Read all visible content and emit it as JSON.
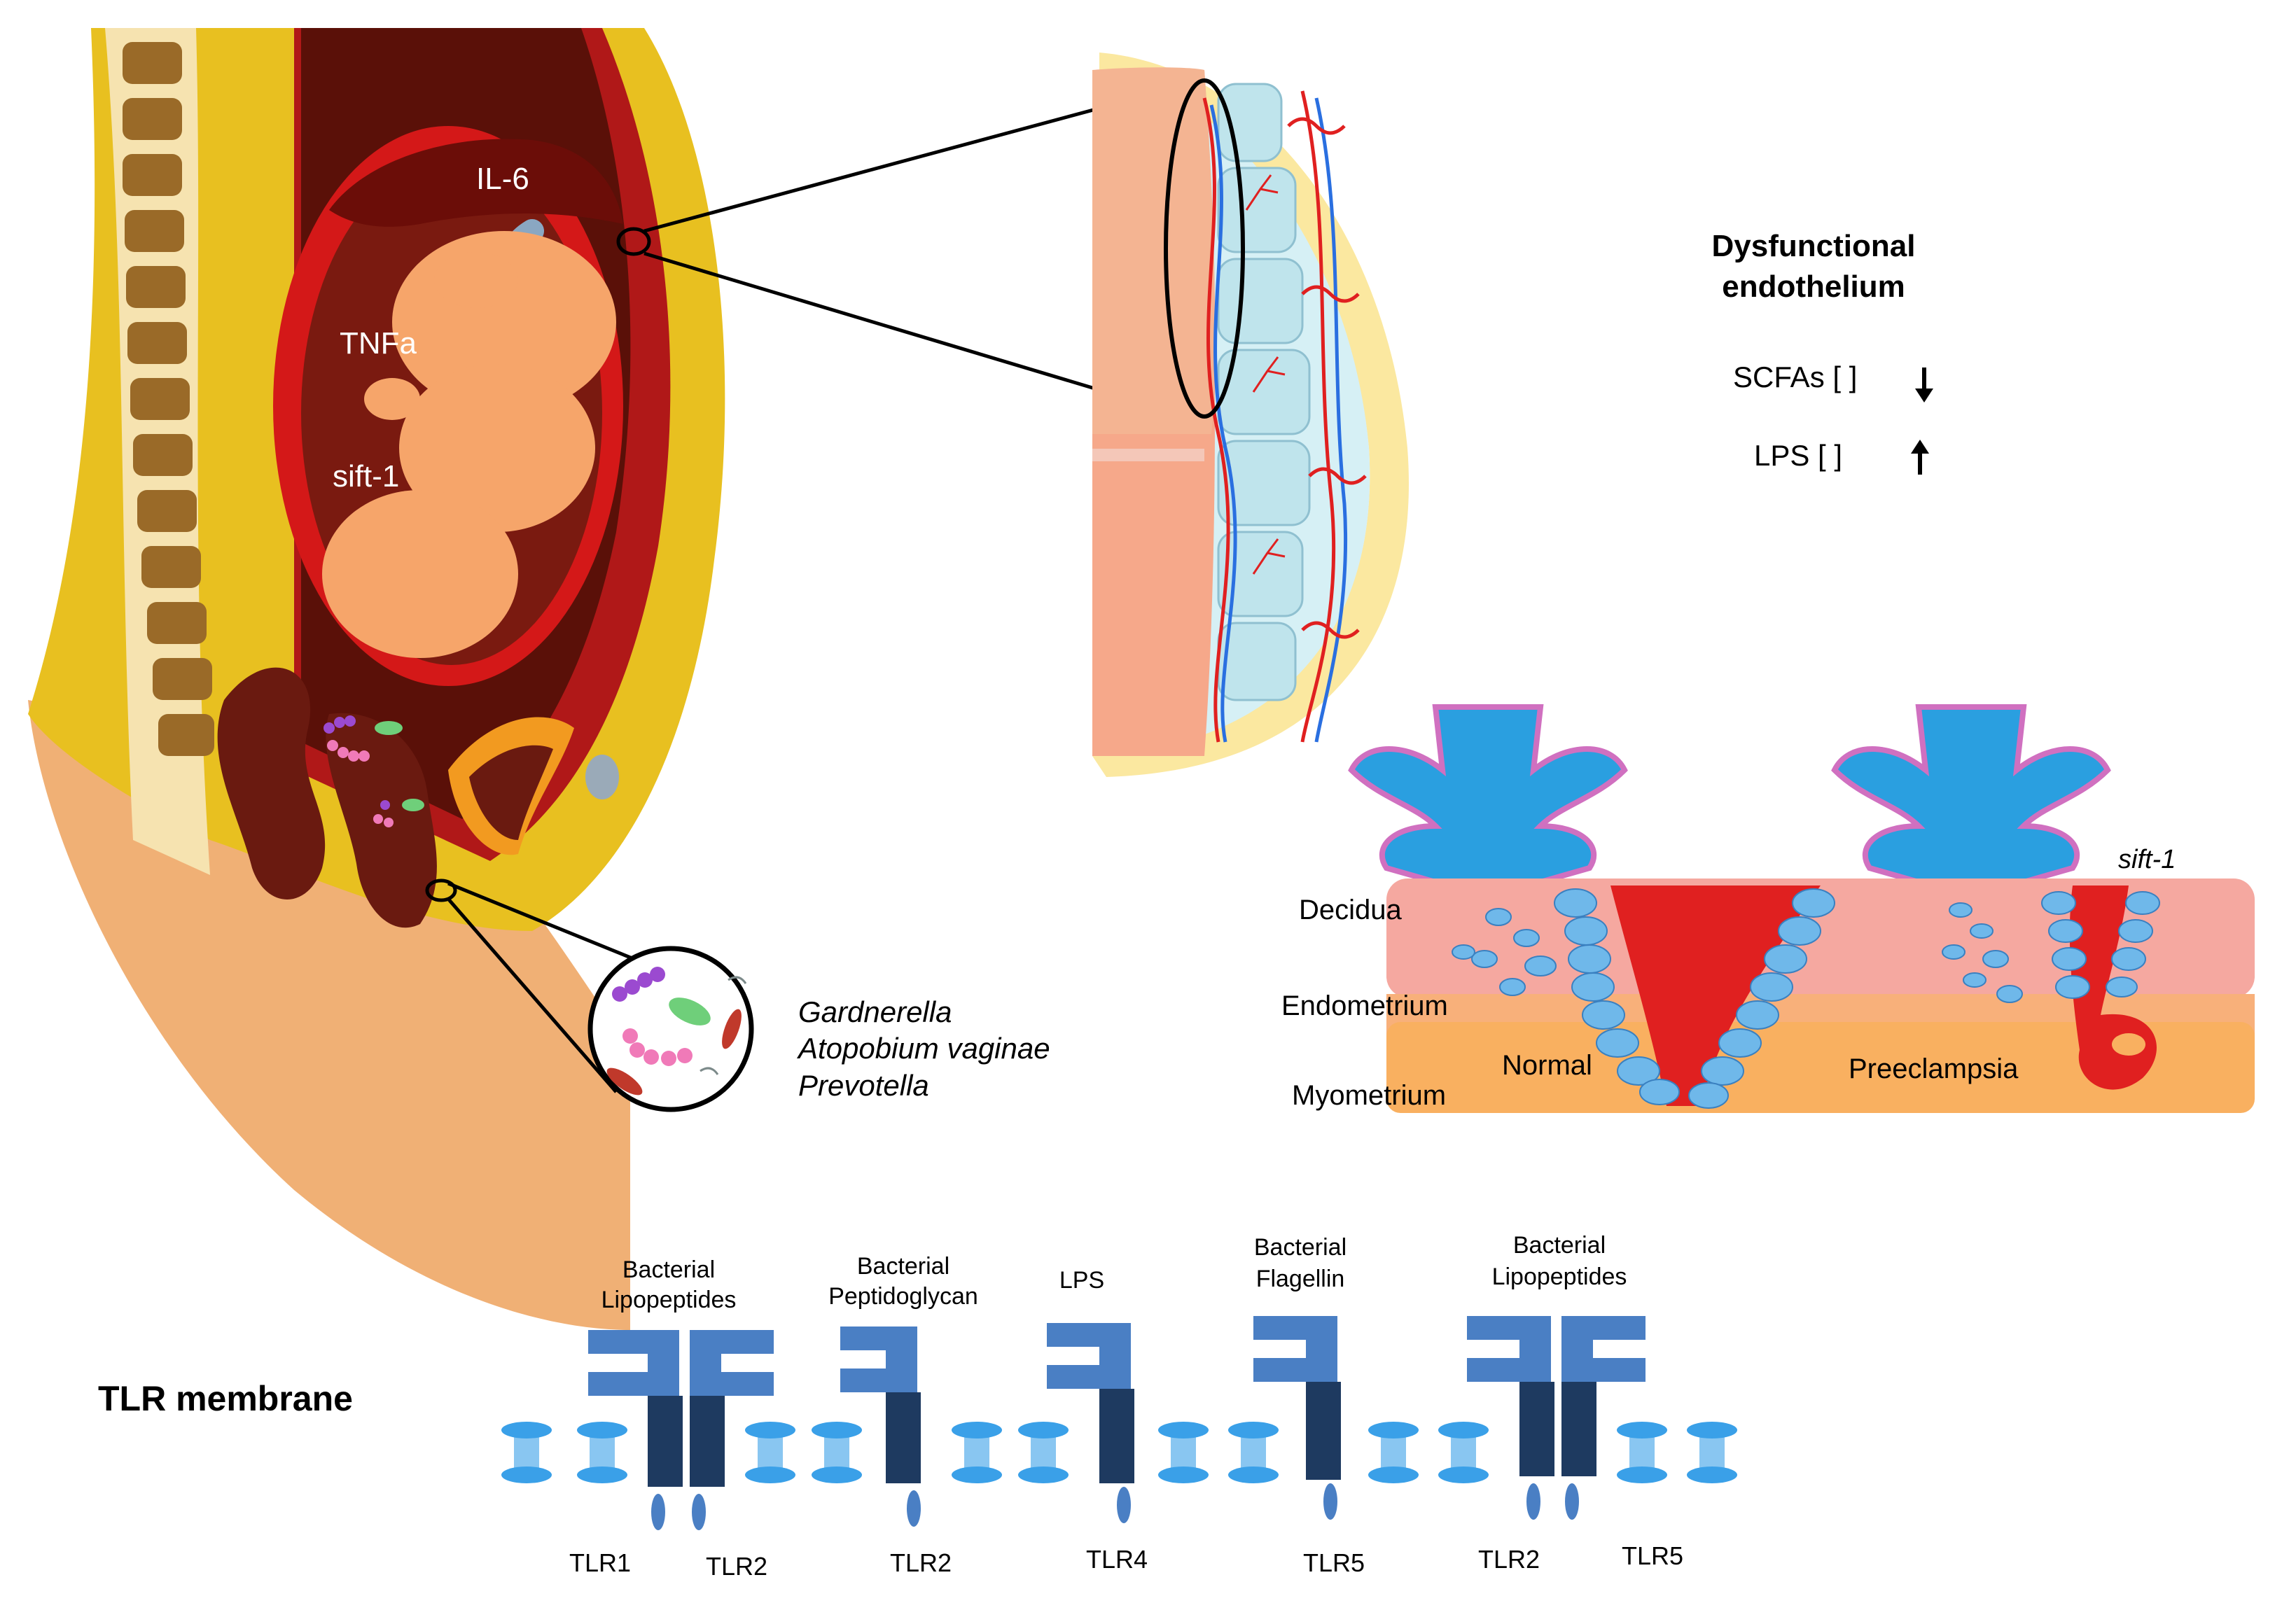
{
  "mother_labels": {
    "il6": "IL-6",
    "tnfa": "TNFa",
    "sift1": "sift-1"
  },
  "bacteria": [
    "Gardnerella",
    "Atopobium vaginae",
    "Prevotella"
  ],
  "endothelium": {
    "title_line1": "Dysfunctional",
    "title_line2": "endothelium",
    "scfas": "SCFAs [  ]",
    "lps": "LPS [  ]"
  },
  "layers": {
    "decidua": "Decidua",
    "endometrium": "Endometrium",
    "myometrium": "Myometrium",
    "normal": "Normal",
    "preeclampsia": "Preeclampsia",
    "sift1": "sift-1"
  },
  "tlr": {
    "membrane_label": "TLR membrane",
    "ligands": [
      {
        "line1": "Bacterial",
        "line2": "Lipopeptides"
      },
      {
        "line1": "Bacterial",
        "line2": "Peptidoglycan"
      },
      {
        "line1": "LPS",
        "line2": ""
      },
      {
        "line1": "Bacterial",
        "line2": "Flagellin"
      },
      {
        "line1": "Bacterial",
        "line2": "Lipopeptides"
      }
    ],
    "receptors": [
      "TLR1",
      "TLR2",
      "TLR2",
      "TLR4",
      "TLR5",
      "TLR2",
      "TLR5"
    ]
  },
  "colors": {
    "skin": "#f0b075",
    "fat_yellow": "#e8c020",
    "muscle_red": "#b01818",
    "dark_tissue": "#6a1a10",
    "fetus": "#f6a56a",
    "cord": "#8aa7c2",
    "receptor_light": "#4a7fc4",
    "receptor_dark": "#1e3a60",
    "membrane_blue": "#3aa0e8",
    "villi_blue": "#2a9fe0",
    "decidua_pink": "#f5a8a0",
    "myometrium_orange": "#f9b060",
    "artery_red": "#e02020"
  }
}
